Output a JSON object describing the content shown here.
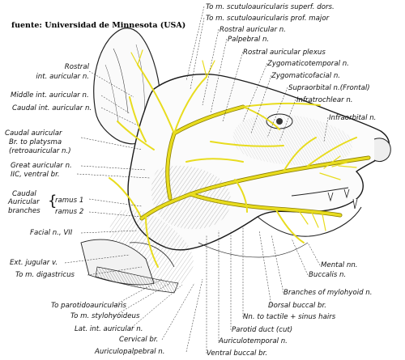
{
  "source": "fuente: Universidad de Minnesota (USA)",
  "labels": {
    "scut_superf_dors": "To m. scutuloauricularis superf. dors.",
    "scut_prof_major": "To m. scutuloauricularis prof. major",
    "rostral_auricular": "Rostral auricular n.",
    "palpebral": "Palpebral n.",
    "rostral_plexus": "Rostral auricular plexus",
    "zygomaticotemporal": "Zygomaticotemporal n.",
    "zygomaticofacial": "Zygomaticofacial n.",
    "supraorbital": "Supraorbital n.(Frontal)",
    "infratrochlear": "Infratrochlear n.",
    "infraorbital": "Infraorbital n.",
    "rostral_int_1": "Rostral",
    "rostral_int_2": "int. auricular n.",
    "middle_int": "Middle int. auricular n.",
    "caudal_int": "Caudal int. auricular n.",
    "caudal_auricular": "Caudal auricular",
    "br_platysma": "Br. to platysma",
    "retroauricular": "(retroauricular n.)",
    "great_auricular": "Great auricular n.",
    "iic_ventral": "IIC, ventral br.",
    "caudal_branches_1": "Caudal",
    "caudal_branches_2": "Auricular",
    "caudal_branches_3": "branches",
    "ramus1": "ramus 1",
    "ramus2": "ramus 2",
    "facial": "Facial n., VII",
    "ext_jugular": "Ext. jugular v.",
    "digastricus": "To m. digastricus",
    "parotidoauricularis": "To parotidoauricularis",
    "stylohyoideus": "To m. stylohyoideus",
    "lat_int_auricular": "Lat. int. auricular n.",
    "cervical": "Cervical br.",
    "auriculopalpebral": "Auriculopalpebral n.",
    "mental": "Mental nn.",
    "buccalis": "Buccalis n.",
    "mylohyoid": "Branches of mylohyoid n.",
    "dorsal_buccal": "Dorsal buccal br.",
    "tactile": "Nn. to tactile + sinus hairs",
    "parotid_duct": "Parotid duct (cut)",
    "auriculotemporal": "Auriculotemporal n.",
    "ventral_buccal": "Ventral buccal br."
  },
  "colors": {
    "nerve": "#e8dc1e",
    "nerve_edge": "#8a7d00",
    "ink": "#1a1a1a",
    "paper": "#ffffff"
  }
}
